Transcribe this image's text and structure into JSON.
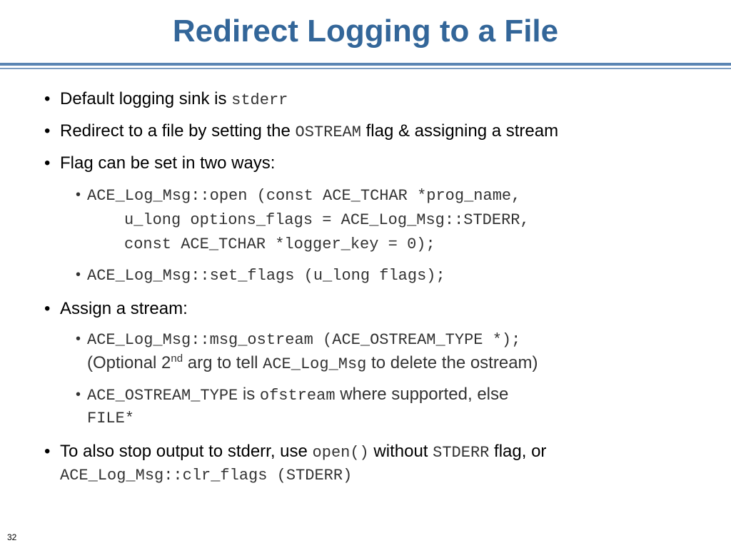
{
  "title": "Redirect Logging to a File",
  "slide_number": "32",
  "b1": {
    "bullet": "•",
    "text": "Default logging sink is ",
    "code": "stderr"
  },
  "b2": {
    "bullet": "•",
    "text1": "Redirect to a file by setting the ",
    "code": "OSTREAM",
    "text2": " flag & assigning a stream"
  },
  "b3": {
    "bullet": "•",
    "text": "Flag can be set in two ways:"
  },
  "b3a": {
    "bullet": "•",
    "line1": "ACE_Log_Msg::open (const ACE_TCHAR *prog_name,",
    "line2": "u_long options_flags = ACE_Log_Msg::STDERR,",
    "line3": "const ACE_TCHAR *logger_key = 0);"
  },
  "b3b": {
    "bullet": "•",
    "code": "ACE_Log_Msg::set_flags (u_long flags);"
  },
  "b4": {
    "bullet": "•",
    "text": "Assign a stream:"
  },
  "b4a": {
    "bullet": "•",
    "code": "ACE_Log_Msg::msg_ostream (ACE_OSTREAM_TYPE *);",
    "text1": "(Optional 2",
    "sup": "nd",
    "text2": " arg to tell ",
    "code2": "ACE_Log_Msg",
    "text3": " to delete the ostream)"
  },
  "b4b": {
    "bullet": "•",
    "code1": "ACE_OSTREAM_TYPE",
    "text1": " is ",
    "code2": "ofstream",
    "text2": " where supported, else",
    "code3": "FILE*"
  },
  "b5": {
    "bullet": "•",
    "text1": "To also stop output to stderr, use ",
    "code1": "open()",
    "text2": " without ",
    "code2": "STDERR",
    "text3": " flag, or",
    "code3": "ACE_Log_Msg::clr_flags (STDERR)"
  }
}
